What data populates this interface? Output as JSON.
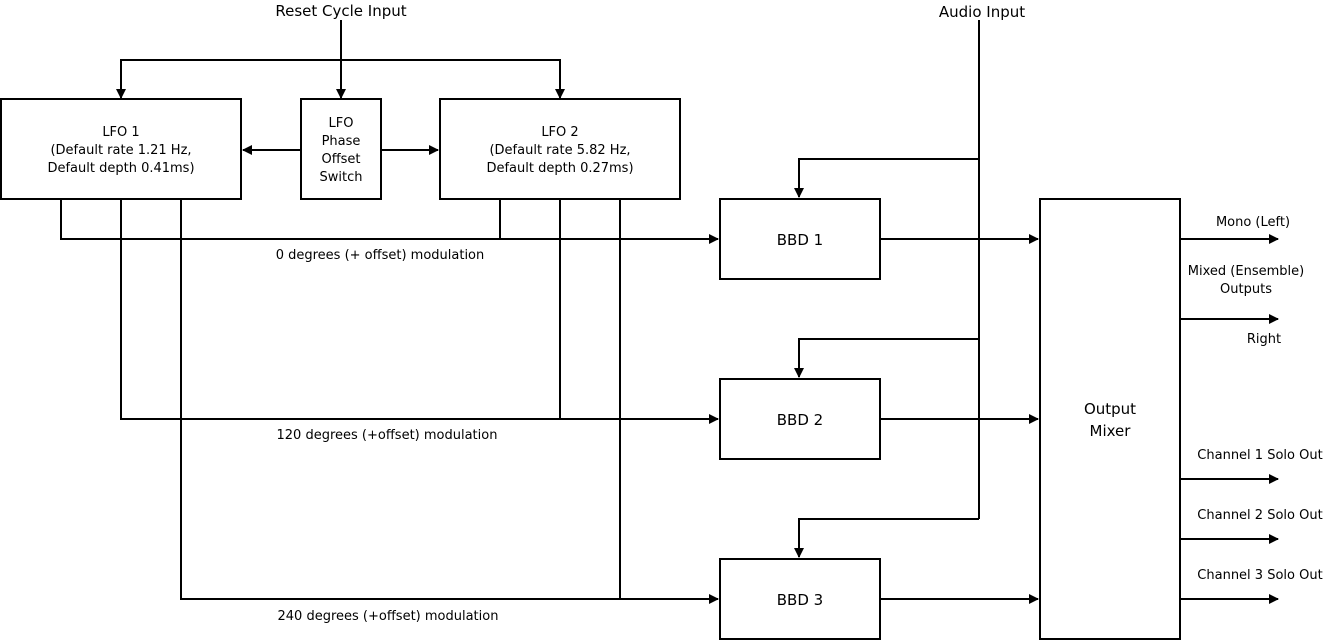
{
  "labels": {
    "reset_cycle_input": "Reset Cycle Input",
    "audio_input": "Audio Input",
    "mod_0": "0 degrees (+ offset) modulation",
    "mod_120": "120 degrees (+offset) modulation",
    "mod_240": "240 degrees (+offset) modulation",
    "mono_left": "Mono (Left)",
    "mixed_outputs_line1": "Mixed (Ensemble)",
    "mixed_outputs_line2": "Outputs",
    "right": "Right",
    "ch1_solo": "Channel 1 Solo Out",
    "ch2_solo": "Channel 2 Solo Out",
    "ch3_solo": "Channel 3 Solo Out"
  },
  "blocks": {
    "lfo1": {
      "line1": "LFO 1",
      "line2": "(Default rate 1.21 Hz,",
      "line3": "Default depth 0.41ms)"
    },
    "lfo2": {
      "line1": "LFO 2",
      "line2": "(Default rate 5.82 Hz,",
      "line3": "Default depth 0.27ms)"
    },
    "phase_switch": {
      "line1": "LFO",
      "line2": "Phase",
      "line3": "Offset",
      "line4": "Switch"
    },
    "bbd1": {
      "label": "BBD 1"
    },
    "bbd2": {
      "label": "BBD 2"
    },
    "bbd3": {
      "label": "BBD 3"
    },
    "mixer": {
      "line1": "Output",
      "line2": "Mixer"
    }
  },
  "colors": {
    "stroke": "#000000",
    "background": "#ffffff"
  }
}
